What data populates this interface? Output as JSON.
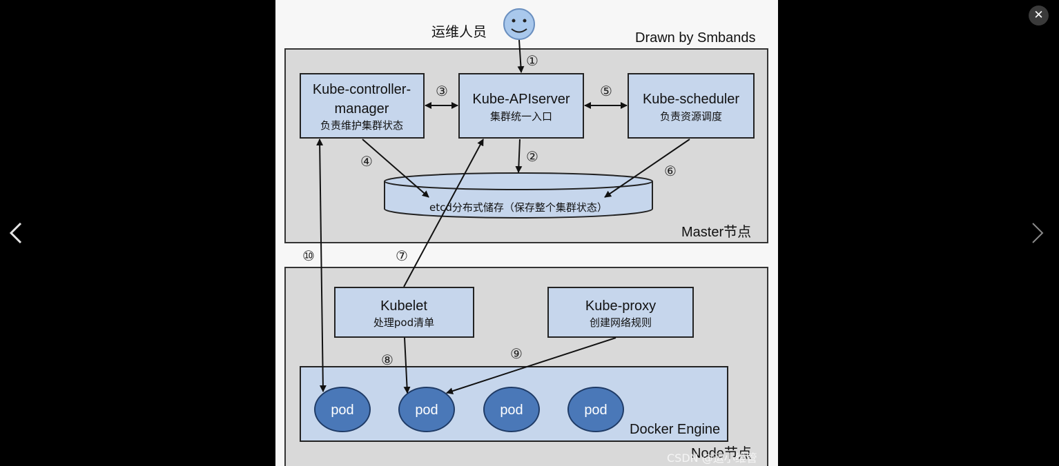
{
  "viewer": {
    "close_glyph": "✕",
    "prev_icon": "chevron-left-icon",
    "next_icon": "chevron-right-icon",
    "colors": {
      "background": "#000000",
      "diagram_bg": "#f7f7f7",
      "panel": "#d9d9d9",
      "box_fill": "#c6d6ec",
      "pod_fill": "#4a78b8",
      "pod_stroke": "#1f3b66"
    }
  },
  "diagram": {
    "user_label": "运维人员",
    "credit": "Drawn by Smbands",
    "master_label": "Master节点",
    "node_label": "Node节点",
    "controller_title_1": "Kube-controller-",
    "controller_title_2": "manager",
    "controller_sub": "负责维护集群状态",
    "apiserver_title": "Kube-APIserver",
    "apiserver_sub": "集群统一入口",
    "scheduler_title": "Kube-scheduler",
    "scheduler_sub": "负责资源调度",
    "etcd_label": "etcd分布式储存（保存整个集群状态）",
    "kubelet_title": "Kubelet",
    "kubelet_sub": "处理pod清单",
    "proxy_title": "Kube-proxy",
    "proxy_sub": "创建网络规则",
    "docker_label": "Docker Engine",
    "pods": [
      "pod",
      "pod",
      "pod",
      "pod"
    ],
    "steps": [
      "①",
      "②",
      "③",
      "④",
      "⑤",
      "⑥",
      "⑦",
      "⑧",
      "⑨",
      "⑩"
    ],
    "watermark": "CSDN @运小维管"
  }
}
